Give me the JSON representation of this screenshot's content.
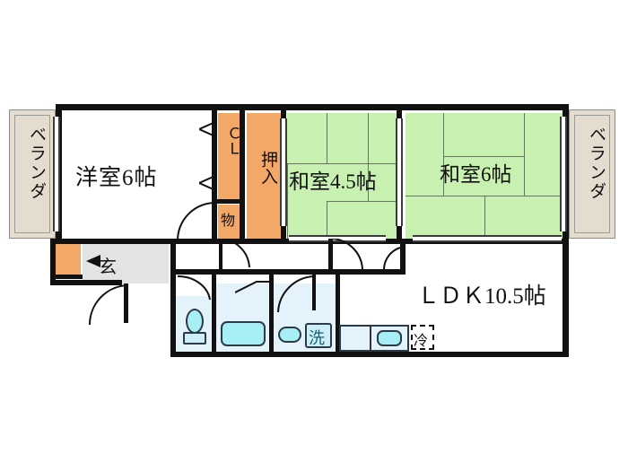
{
  "plan": {
    "type": "japanese-apartment-floor-plan",
    "unit_label": "帖",
    "rooms": [
      {
        "id": "western-room",
        "label": "洋室6帖",
        "kind": "western",
        "size": "6帖"
      },
      {
        "id": "tatami-room-1",
        "label": "和室4.5帖",
        "kind": "tatami",
        "size": "4.5帖"
      },
      {
        "id": "tatami-room-2",
        "label": "和室6帖",
        "kind": "tatami",
        "size": "6帖"
      },
      {
        "id": "ldk",
        "label": "ＬＤＫ10.5帖",
        "kind": "ldk",
        "size": "10.5帖"
      }
    ],
    "storage": [
      {
        "id": "closet",
        "label": "ＣＬ",
        "kind": "closet"
      },
      {
        "id": "oshiire",
        "label": "押入",
        "kind": "closet"
      },
      {
        "id": "mono-storage",
        "label": "物",
        "kind": "closet"
      },
      {
        "id": "shoe-closet",
        "label": "",
        "kind": "closet"
      }
    ],
    "balconies": [
      {
        "id": "balcony-left",
        "label": "ベランダ"
      },
      {
        "id": "balcony-right",
        "label": "ベランダ"
      }
    ],
    "entrance": {
      "id": "genkan",
      "label": "玄"
    },
    "fixtures": [
      {
        "id": "toilet",
        "label": ""
      },
      {
        "id": "bathtub",
        "label": ""
      },
      {
        "id": "washbasin",
        "label": ""
      },
      {
        "id": "washer",
        "label": "洗"
      },
      {
        "id": "kitchen-sink",
        "label": ""
      },
      {
        "id": "refrigerator",
        "label": "冷"
      }
    ],
    "colors": {
      "wall": "#111111",
      "tatami": "#c8f0b0",
      "closet_orange": "#f4a868",
      "balcony_beige": "#e3dccf",
      "water_blue": "#e4f2fc",
      "fixture_cyan": "#a8eef5",
      "genkan_gray": "#e3e3e3",
      "background": "#ffffff"
    }
  }
}
